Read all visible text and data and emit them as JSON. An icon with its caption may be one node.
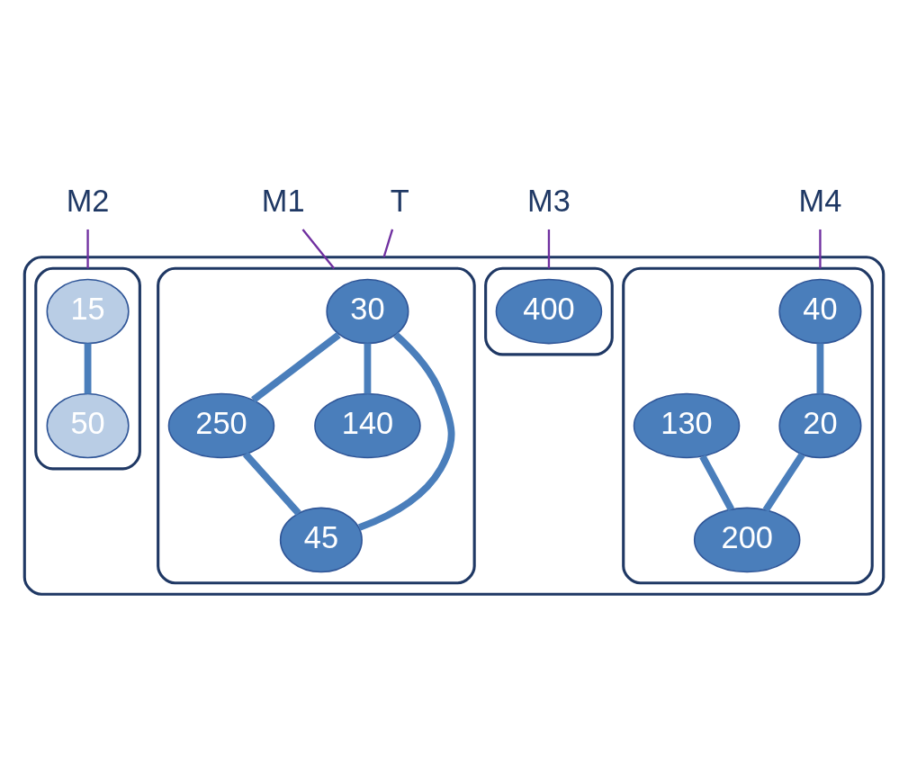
{
  "diagram": {
    "nodes": [
      {
        "text": [],
        "shape": "box"
      },
      {
        "text": [],
        "shape": "box",
        "in": 0
      },
      {
        "text": [
          "30"
        ],
        "in": 1
      },
      {
        "text": [
          "250"
        ],
        "in": 1
      },
      {
        "text": [
          "140"
        ],
        "in": 1
      },
      {
        "text": [
          "45"
        ],
        "in": 1
      },
      {
        "text": [],
        "shape": "box",
        "in": 0
      },
      {
        "text": [
          "15"
        ],
        "in": 6
      },
      {
        "text": [
          "50"
        ],
        "in": 6
      },
      {
        "text": [],
        "shape": "box",
        "in": 0
      },
      {
        "text": [
          "400"
        ],
        "in": 9
      },
      {
        "text": [],
        "shape": "box",
        "in": 0
      },
      {
        "text": [
          "40"
        ],
        "in": 11
      },
      {
        "text": [
          "130"
        ],
        "in": 11
      },
      {
        "text": [
          "20"
        ],
        "in": 11
      },
      {
        "text": [
          "200"
        ],
        "in": 11
      },
      {
        "text": [
          "M1"
        ]
      },
      {
        "text": [
          "M2"
        ]
      },
      {
        "text": [
          "T"
        ]
      },
      {
        "text": [
          "M3"
        ]
      },
      {
        "text": [
          "M4"
        ]
      }
    ],
    "edges": [
      {
        "from": 2,
        "to": 3,
        "arrow": "none"
      },
      {
        "from": 2,
        "to": 4,
        "arrow": "none"
      },
      {
        "from": 2,
        "to": 5,
        "arrow": "none"
      },
      {
        "from": 3,
        "to": 5,
        "arrow": "none"
      },
      {
        "from": 7,
        "to": 8,
        "arrow": "none"
      },
      {
        "from": 12,
        "to": 14,
        "arrow": "none"
      },
      {
        "from": 14,
        "to": 15,
        "arrow": "none"
      },
      {
        "from": 13,
        "to": 15,
        "arrow": "none"
      },
      {
        "from": 16,
        "to": 1,
        "arrow": "none",
        "color": "#7030a0"
      },
      {
        "from": 17,
        "to": 6,
        "arrow": "none",
        "color": "#7030a0"
      },
      {
        "from": 18,
        "to": 0,
        "arrow": "none",
        "color": "#7030a0"
      },
      {
        "from": 19,
        "to": 9,
        "arrow": "none",
        "color": "#7030a0"
      },
      {
        "from": 20,
        "to": 11,
        "arrow": "none",
        "color": "#7030a0"
      }
    ]
  }
}
